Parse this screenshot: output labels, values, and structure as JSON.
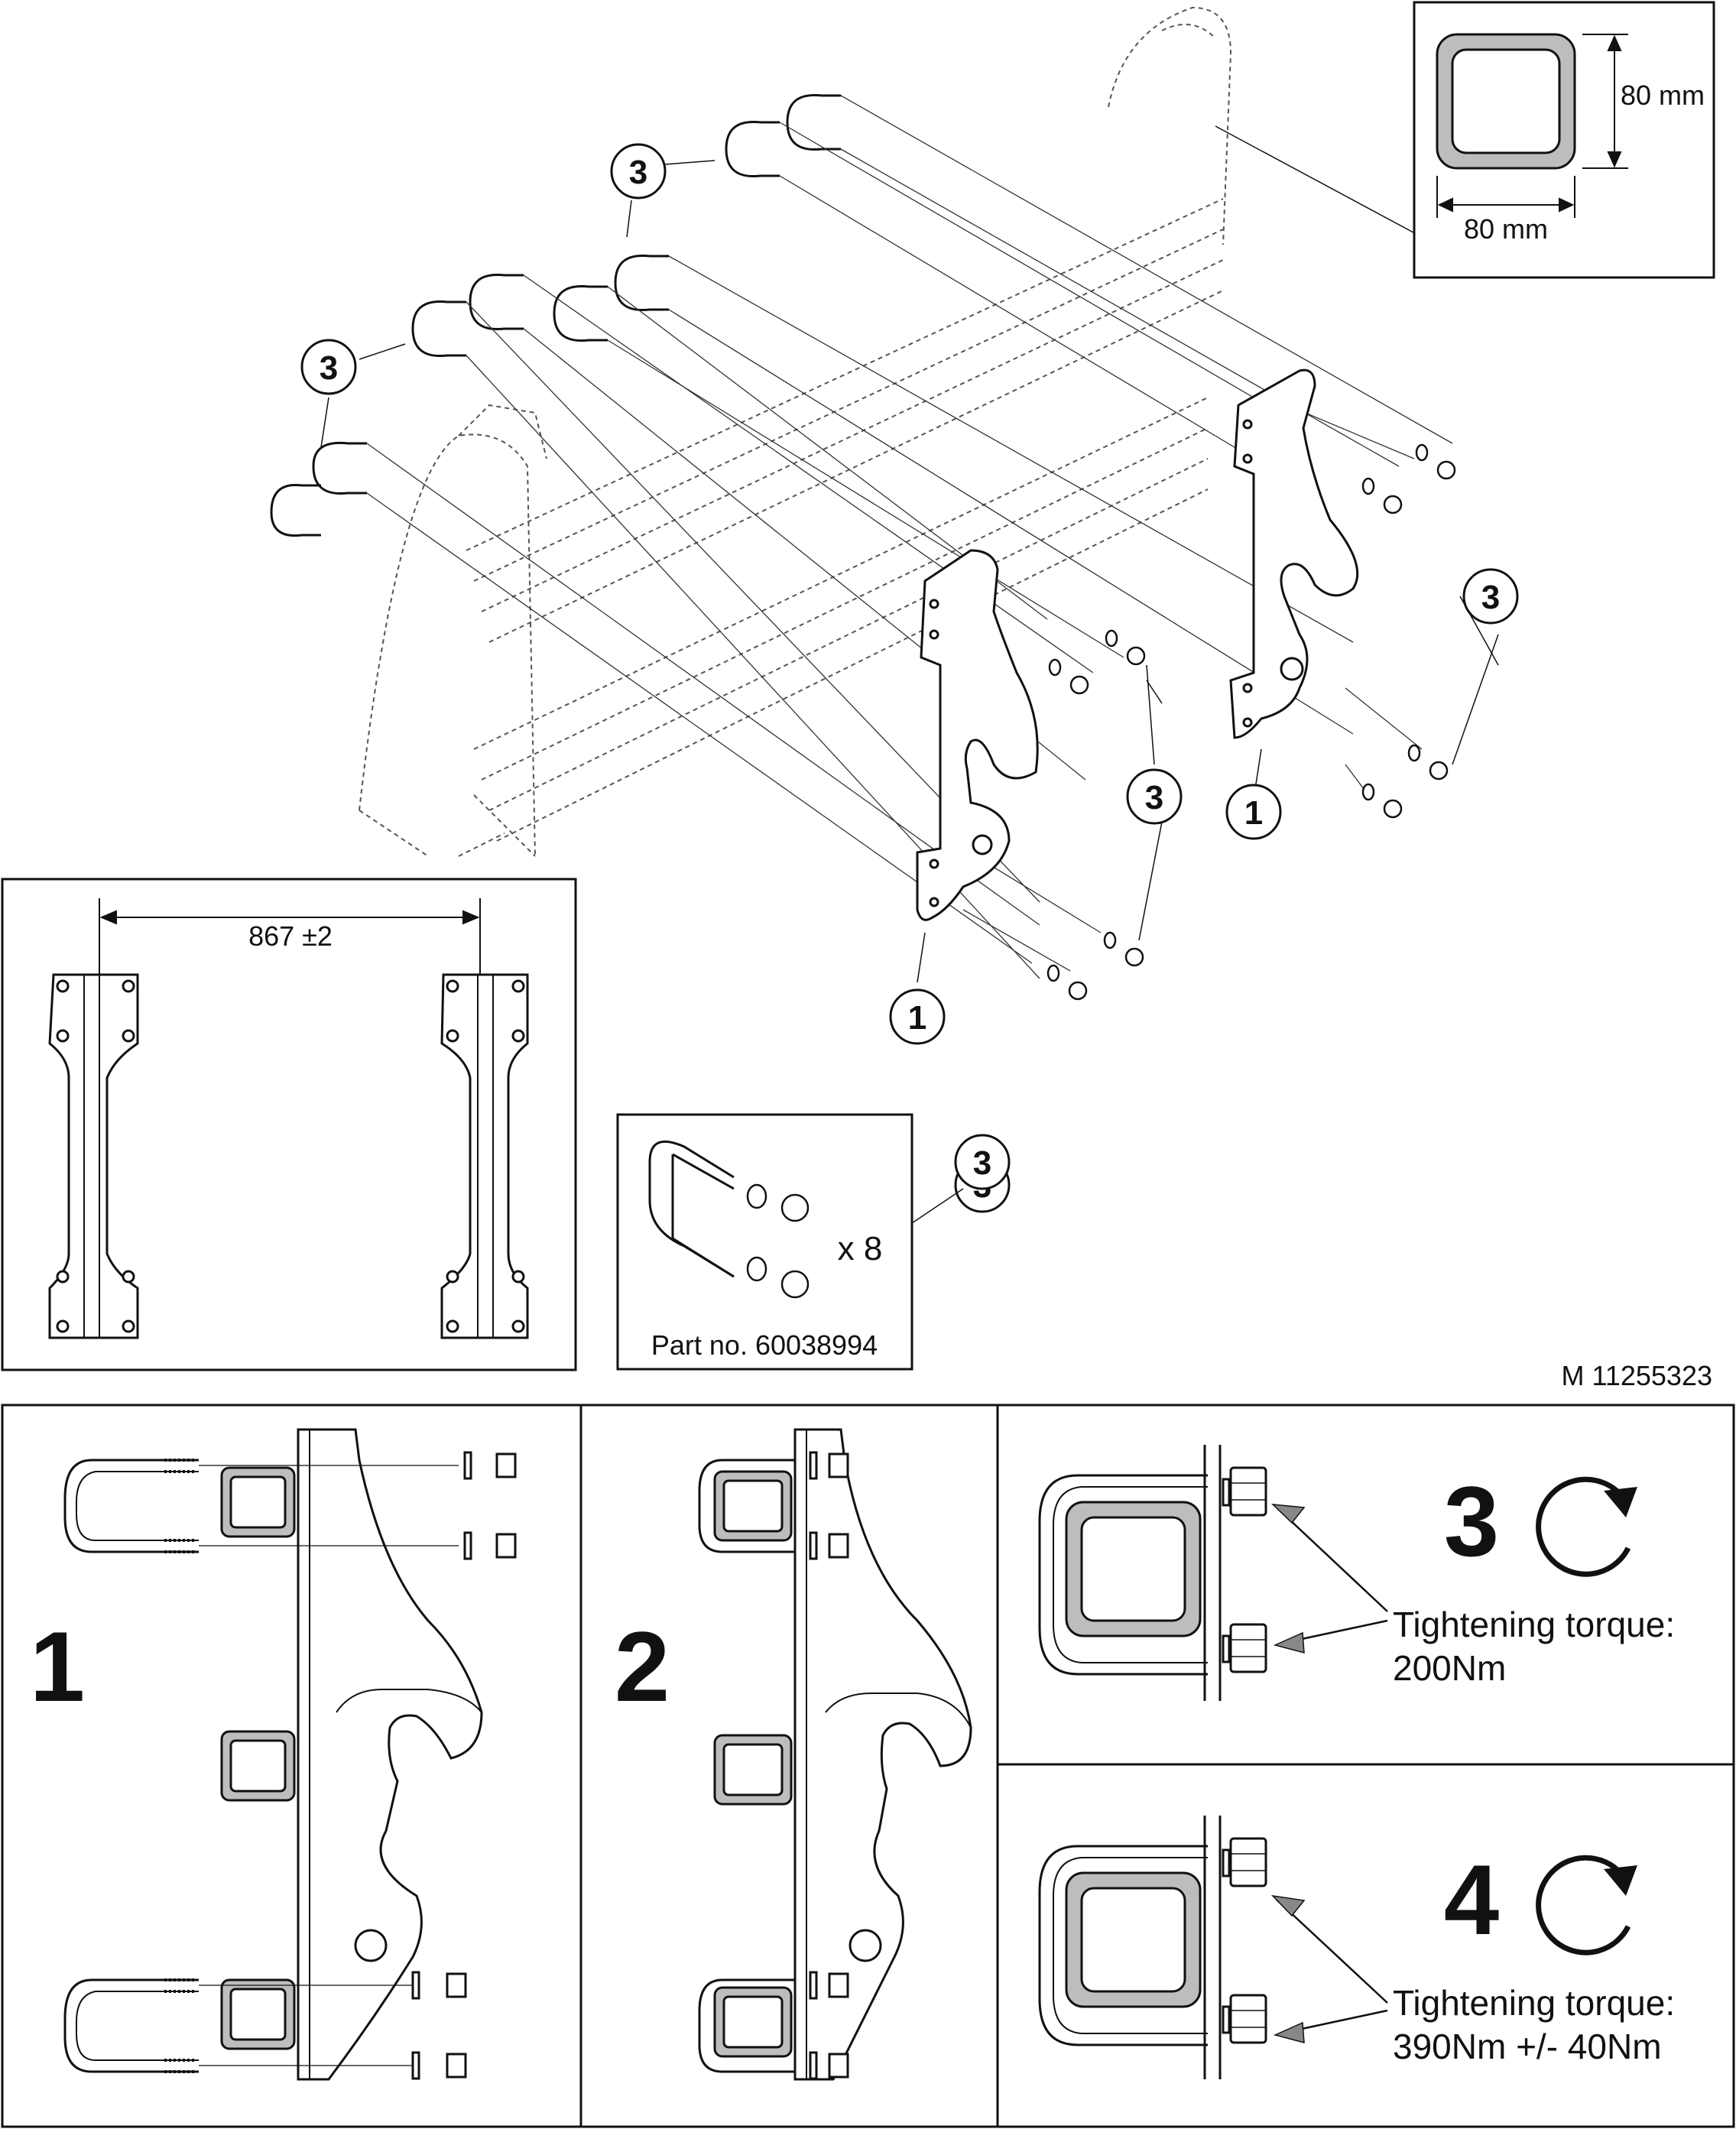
{
  "main_view": {
    "callouts": [
      "3",
      "3",
      "3",
      "3",
      "3",
      "1",
      "1"
    ]
  },
  "tube_detail": {
    "height_label": "80 mm",
    "width_label": "80 mm"
  },
  "spacing_detail": {
    "dimension_label": "867 ±2"
  },
  "kit_detail": {
    "callout": "3",
    "quantity_label": "x 8",
    "part_number_label": "Part no. 60038994"
  },
  "drawing_id": "M 11255323",
  "steps": [
    {
      "number": "1"
    },
    {
      "number": "2"
    },
    {
      "number": "3",
      "torque_line1": "Tightening torque:",
      "torque_line2": "200Nm"
    },
    {
      "number": "4",
      "torque_line1": "Tightening torque:",
      "torque_line2": "390Nm +/- 40Nm"
    }
  ],
  "colors": {
    "line": "#111111",
    "tube_fill": "#bdbdbd",
    "frame_dashed": "#555555"
  }
}
